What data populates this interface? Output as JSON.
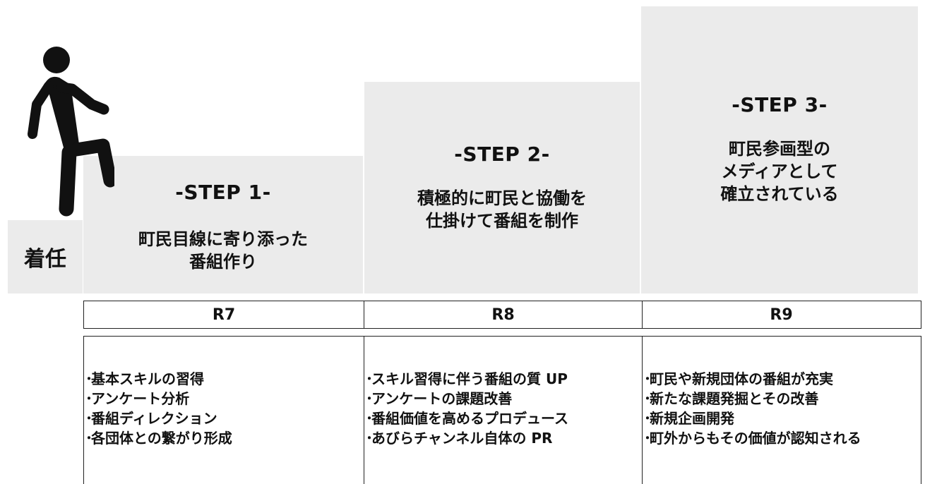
{
  "start_label": "着任",
  "steps": [
    {
      "title": "-STEP 1-",
      "desc": [
        "町民目線に寄り添った",
        "番組作り"
      ]
    },
    {
      "title": "-STEP 2-",
      "desc": [
        "積極的に町民と協働を",
        "仕掛けて番組を制作"
      ]
    },
    {
      "title": "-STEP 3-",
      "desc": [
        "町民参画型の",
        "メディアとして",
        "確立されている"
      ]
    }
  ],
  "years": [
    "R7",
    "R8",
    "R9"
  ],
  "bullet_char": "･",
  "details": [
    [
      "基本スキルの習得",
      "アンケート分析",
      "番組ディレクション",
      "各団体との繋がり形成"
    ],
    [
      "スキル習得に伴う番組の質 UP",
      "アンケートの課題改善",
      "番組価値を高めるプロデュース",
      "あびらチャンネル自体の PR"
    ],
    [
      "町民や新規団体の番組が充実",
      "新たな課題発掘とその改善",
      "新規企画開発",
      "町外からもその価値が認知される"
    ]
  ],
  "colors": {
    "step_fill": "#ebebeb",
    "figure": "#111111",
    "border": "#222222"
  },
  "icons": {
    "figure": "person-climbing-stairs-icon"
  }
}
